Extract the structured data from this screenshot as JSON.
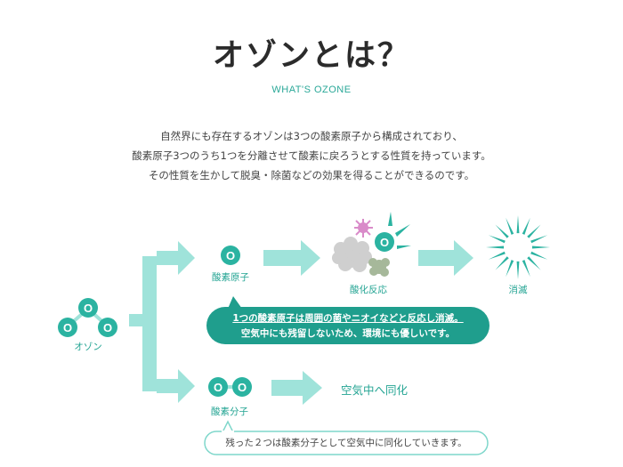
{
  "header": {
    "title": "オゾンとは？",
    "subtitle": "WHAT'S OZONE"
  },
  "intro": {
    "lines": [
      "自然界にも存在するオゾンは3つの酸素原子から構成されており、",
      "酸素原子3つのうち1つを分離させて酸素に戻ろうとする性質を持っています。",
      "その性質を生かして脱臭・除菌などの効果を得ることができるのです。"
    ]
  },
  "diagram": {
    "atom_letter": "O",
    "ozone_label": "オゾン",
    "oxygen_atom_label": "酸素原子",
    "oxidation_label": "酸化反応",
    "disappear_label": "消滅",
    "oxygen_molecule_label": "酸素分子",
    "assimilate_label": "空気中へ同化",
    "callout_top": {
      "line1": "1つの酸素原子は周囲の菌やニオイなどと反応し消滅。",
      "line2": "空気中にも残留しないため、環境にも優しいです。"
    },
    "callout_bottom": "残った２つは酸素分子として空気中に同化していきます。"
  },
  "colors": {
    "teal": "#2bb3a1",
    "teal_dark": "#1f9e8d",
    "arrow_light": "#9fe3da",
    "virus_pink": "#d98bc9",
    "germ_grey": "#cfcfcf",
    "germ_green": "#a6b89a"
  }
}
